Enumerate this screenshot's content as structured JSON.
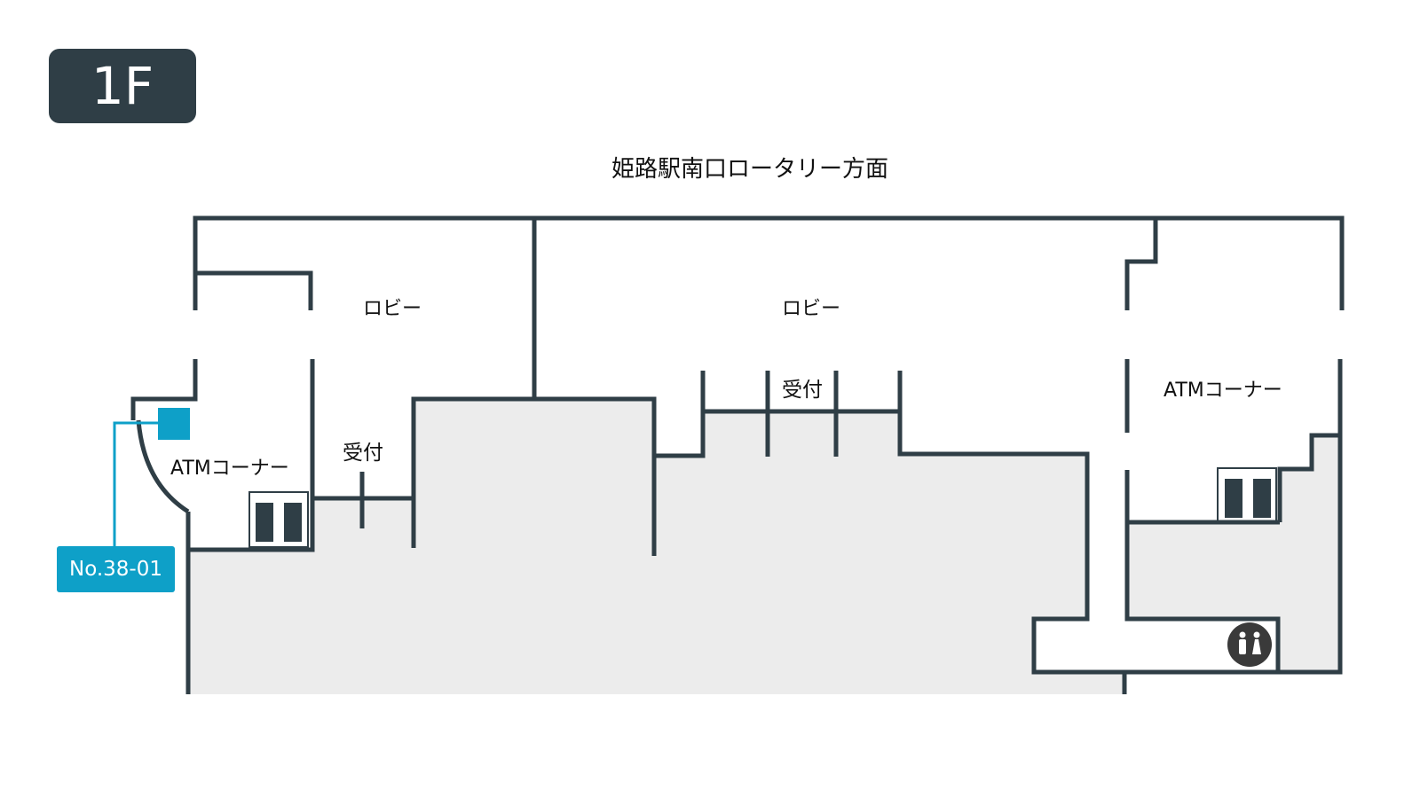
{
  "floor": {
    "label": "1F"
  },
  "direction": {
    "label": "姫路駅南口ロータリー方面"
  },
  "rooms": {
    "lobby_left": "ロビー",
    "lobby_center": "ロビー",
    "atm_left": "ATMコーナー",
    "atm_right": "ATMコーナー",
    "reception_left": "受付",
    "reception_center": "受付"
  },
  "marker": {
    "label": "No.38-01"
  },
  "icons": {
    "restroom": "restroom-icon",
    "atm_machine": "atm-machine-icon",
    "location_marker": "location-square-icon"
  },
  "colors": {
    "wall": "#2f3e46",
    "restricted_area": "#ececec",
    "marker": "#0ea0c8",
    "badge": "#2f3e46"
  }
}
